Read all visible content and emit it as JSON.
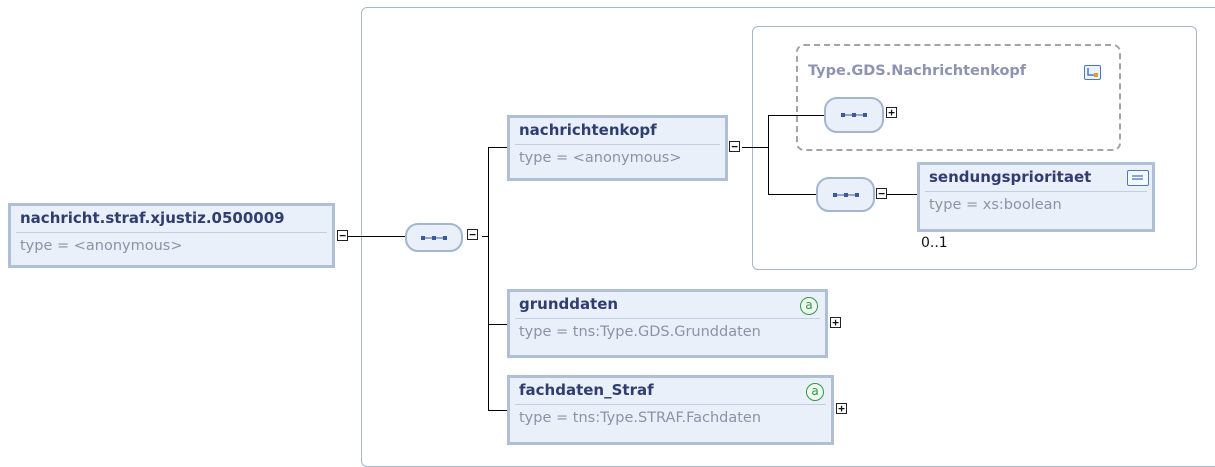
{
  "root": {
    "name": "nachricht.straf.xjustiz.0500009",
    "type": "type = <anonymous>"
  },
  "nachrichtenkopf": {
    "name": "nachrichtenkopf",
    "type": "type = <anonymous>"
  },
  "type_ref": {
    "name": "Type.GDS.Nachrichtenkopf"
  },
  "sendungsprioritaet": {
    "name": "sendungsprioritaet",
    "type": "type = xs:boolean",
    "occurrence": "0..1"
  },
  "grunddaten": {
    "name": "grunddaten",
    "type": "type = tns:Type.GDS.Grunddaten"
  },
  "fachdaten": {
    "name": "fachdaten_Straf",
    "type": "type = tns:Type.STRAF.Fachdaten"
  },
  "symbols": {
    "collapse": "−",
    "expand": "+",
    "attribute": "a"
  },
  "icons": [
    "sequence-icon",
    "expand-toggle-icon",
    "collapse-toggle-icon",
    "attribute-icon",
    "type-reference-icon",
    "simple-type-icon"
  ],
  "colors": {
    "element_fill": "#eaf0f9",
    "element_border": "#aebfd6",
    "title_text": "#2f3e6f",
    "attribute_green": "#2f9a4a"
  }
}
